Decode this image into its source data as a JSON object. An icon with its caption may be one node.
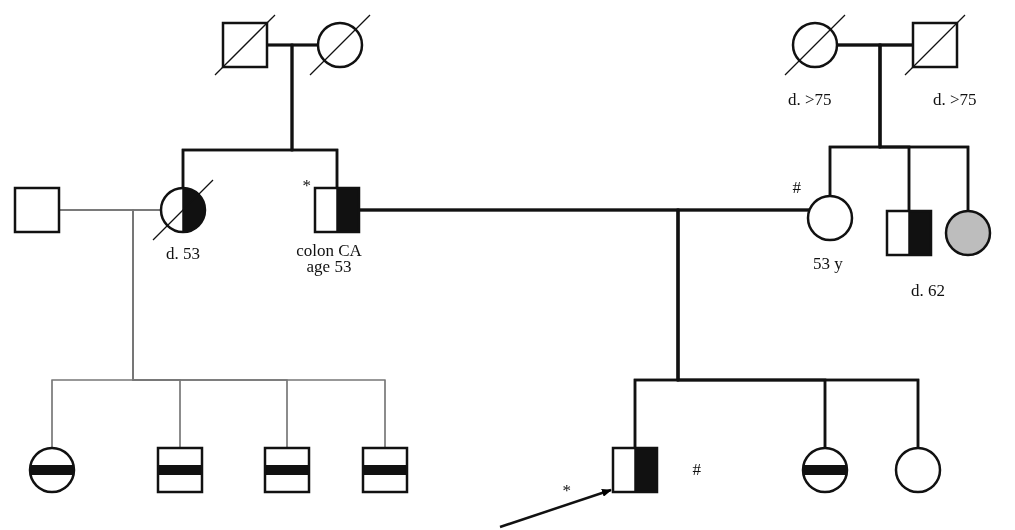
{
  "diagram": {
    "nodes": [
      {
        "text": [],
        "shape": "box"
      },
      {
        "text": [],
        "shape": "circle"
      },
      {
        "text": [],
        "shape": "circle",
        "beside": [
          "d. >75"
        ]
      },
      {
        "text": [],
        "shape": "box",
        "beside": [
          "d. >75"
        ]
      },
      {
        "text": [],
        "shape": "box"
      },
      {
        "text": [],
        "shape": "circle",
        "beside": [
          "d. 53"
        ]
      },
      {
        "text": [],
        "shape": "box",
        "beside": [
          "*",
          "colon CA age 53"
        ]
      },
      {
        "text": [],
        "shape": "circle",
        "beside": [
          "#",
          "53 y"
        ]
      },
      {
        "text": [],
        "shape": "box",
        "beside": [
          "d. 62"
        ]
      },
      {
        "text": [],
        "shape": "circle"
      },
      {
        "text": [],
        "shape": "circle"
      },
      {
        "text": [],
        "shape": "box"
      },
      {
        "text": [],
        "shape": "box"
      },
      {
        "text": [],
        "shape": "box"
      },
      {
        "text": [],
        "shape": "box",
        "beside": [
          "*",
          "#"
        ]
      },
      {
        "text": [],
        "shape": "circle"
      },
      {
        "text": [],
        "shape": "circle"
      }
    ],
    "edges": [
      {
        "from": 0,
        "to": 1,
        "arrow": "none"
      },
      {
        "from": 0,
        "to": 5,
        "arrow": "none"
      },
      {
        "from": 0,
        "to": 6,
        "arrow": "none"
      },
      {
        "from": 1,
        "to": 5,
        "arrow": "none"
      },
      {
        "from": 1,
        "to": 6,
        "arrow": "none"
      },
      {
        "from": 2,
        "to": 3,
        "arrow": "none"
      },
      {
        "from": 2,
        "to": 7,
        "arrow": "none"
      },
      {
        "from": 2,
        "to": 8,
        "arrow": "none"
      },
      {
        "from": 2,
        "to": 9,
        "arrow": "none"
      },
      {
        "from": 3,
        "to": 7,
        "arrow": "none"
      },
      {
        "from": 3,
        "to": 8,
        "arrow": "none"
      },
      {
        "from": 3,
        "to": 9,
        "arrow": "none"
      },
      {
        "from": 4,
        "to": 5,
        "arrow": "none",
        "color": "#777777"
      },
      {
        "from": 4,
        "to": 10,
        "arrow": "none",
        "color": "#777777"
      },
      {
        "from": 4,
        "to": 11,
        "arrow": "none",
        "color": "#777777"
      },
      {
        "from": 4,
        "to": 12,
        "arrow": "none",
        "color": "#777777"
      },
      {
        "from": 4,
        "to": 13,
        "arrow": "none",
        "color": "#777777"
      },
      {
        "from": 5,
        "to": 10,
        "arrow": "none",
        "color": "#777777"
      },
      {
        "from": 5,
        "to": 11,
        "arrow": "none",
        "color": "#777777"
      },
      {
        "from": 5,
        "to": 12,
        "arrow": "none",
        "color": "#777777"
      },
      {
        "from": 5,
        "to": 13,
        "arrow": "none",
        "color": "#777777"
      },
      {
        "from": 6,
        "to": 7,
        "arrow": "none"
      },
      {
        "from": 6,
        "to": 14,
        "arrow": "none"
      },
      {
        "from": 6,
        "to": 15,
        "arrow": "none"
      },
      {
        "from": 6,
        "to": 16,
        "arrow": "none"
      },
      {
        "from": 7,
        "to": 14,
        "arrow": "none"
      },
      {
        "from": 7,
        "to": 15,
        "arrow": "none"
      },
      {
        "from": 7,
        "to": 16,
        "arrow": "none"
      },
      {
        "from": null,
        "to": 14,
        "arrow": "to"
      }
    ]
  }
}
